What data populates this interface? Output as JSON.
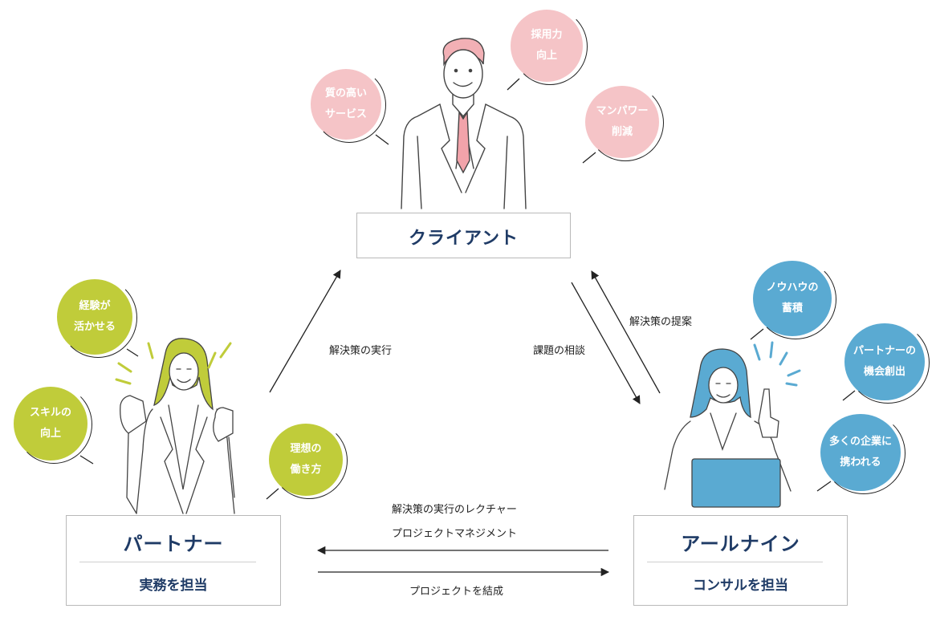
{
  "client": {
    "title": "クライアント",
    "bubbles": [
      {
        "l1": "質の高い",
        "l2": "サービス"
      },
      {
        "l1": "採用力",
        "l2": "向上"
      },
      {
        "l1": "マンパワー",
        "l2": "削減"
      }
    ]
  },
  "partner": {
    "title": "パートナー",
    "role": "実務を担当",
    "bubbles": [
      {
        "l1": "経験が",
        "l2": "活かせる"
      },
      {
        "l1": "スキルの",
        "l2": "向上"
      },
      {
        "l1": "理想の",
        "l2": "働き方"
      }
    ]
  },
  "alnine": {
    "title": "アールナイン",
    "role": "コンサルを担当",
    "bubbles": [
      {
        "l1": "ノウハウの",
        "l2": "蓄積"
      },
      {
        "l1": "パートナーの",
        "l2": "機会創出"
      },
      {
        "l1": "多くの企業に",
        "l2": "携われる"
      }
    ]
  },
  "flows": {
    "partner_to_client": "解決策の実行",
    "client_to_alnine": "課題の相談",
    "alnine_to_client": "解決策の提案",
    "alnine_to_partner_1": "解決策の実行のレクチャー",
    "alnine_to_partner_2": "プロジェクトマネジメント",
    "partner_to_alnine": "プロジェクトを結成"
  },
  "colors": {
    "client_accent": "#f5c4c7",
    "partner_accent": "#c0cc3a",
    "alnine_accent": "#5aaad2",
    "title_text": "#1f3b66"
  }
}
